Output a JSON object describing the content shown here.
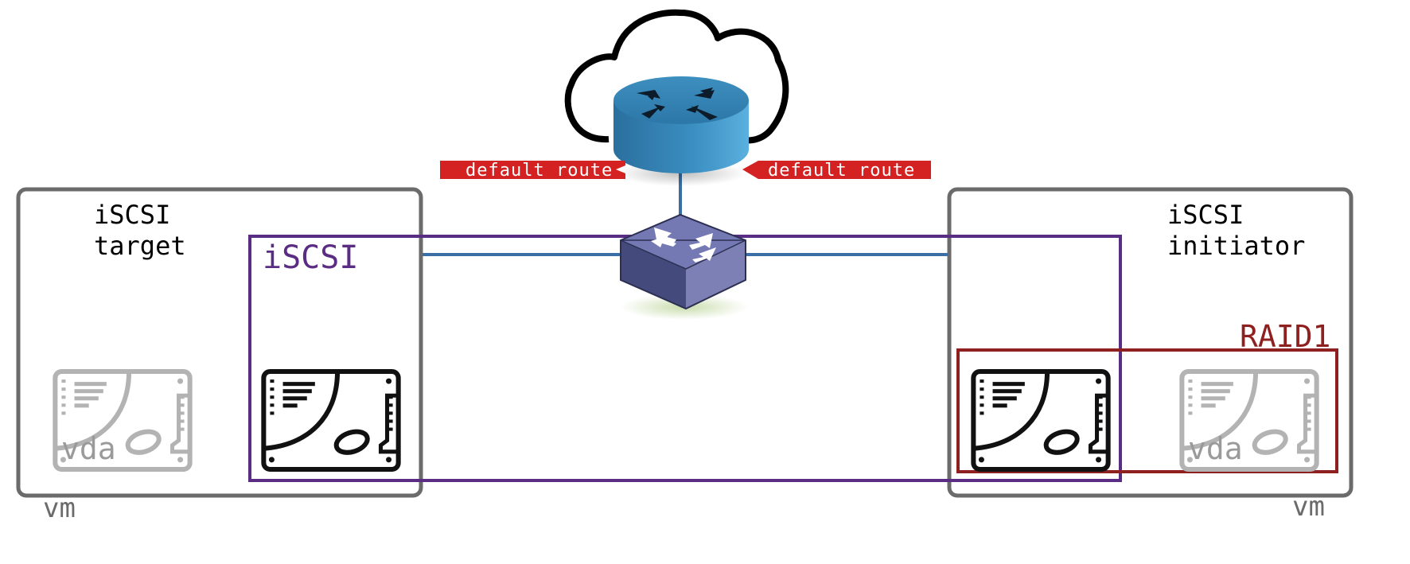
{
  "left_vm": {
    "title_line1": "iSCSI",
    "title_line2": "target",
    "vm_label": "vm",
    "local_disk_label": "vda"
  },
  "right_vm": {
    "title_line1": "iSCSI",
    "title_line2": "initiator",
    "vm_label": "vm",
    "local_disk_label": "vda"
  },
  "iscsi_link": {
    "label": "iSCSI"
  },
  "raid": {
    "label": "RAID1"
  },
  "routes": {
    "left_label": "default route",
    "right_label": "default route"
  },
  "colors": {
    "vm_border": "#6b6b6b",
    "iscsi": "#5b2c83",
    "raid": "#8f2020",
    "route_tag": "#d42222",
    "network_line": "#3a6ea5",
    "router": "#2e7fb0",
    "switch": "#5a5e9a",
    "disk_active": "#111111",
    "disk_inactive": "#b3b3b3"
  },
  "icons": {
    "cloud": "cloud-icon",
    "router": "router-icon",
    "switch": "switch-icon",
    "disk": "hard-disk-icon"
  }
}
